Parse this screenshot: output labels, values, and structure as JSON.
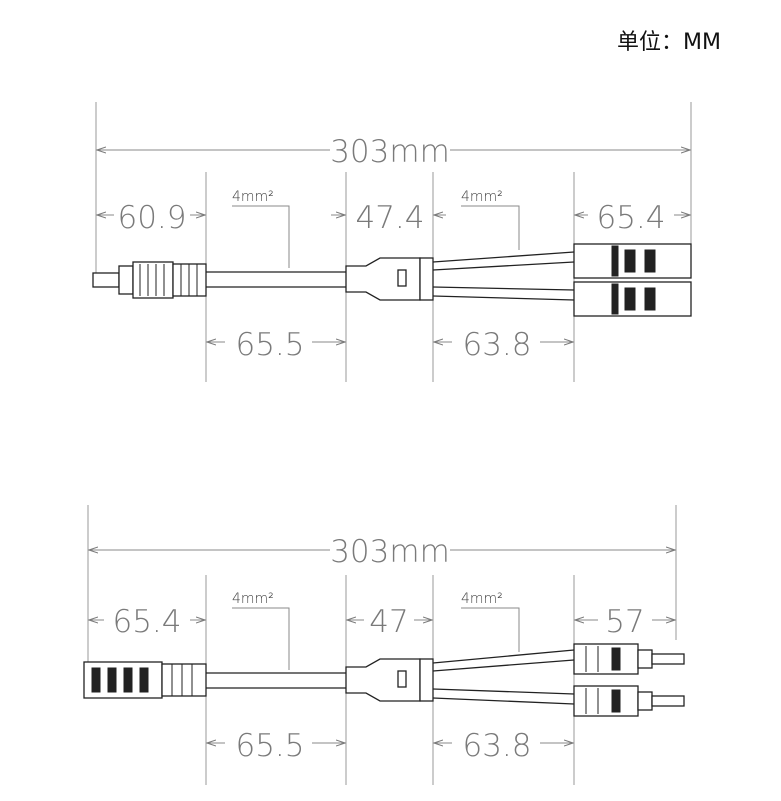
{
  "unit_label": "单位：MM",
  "diagrams": [
    {
      "total_length": "303mm",
      "wire_gauge_left": "4mm²",
      "wire_gauge_right": "4mm²",
      "top_dims": [
        "60.9",
        "47.4",
        "65.4"
      ],
      "bottom_dims": [
        "65.5",
        "63.8"
      ]
    },
    {
      "total_length": "303mm",
      "wire_gauge_left": "4mm²",
      "wire_gauge_right": "4mm²",
      "top_dims": [
        "65.4",
        "47",
        "57"
      ],
      "bottom_dims": [
        "65.5",
        "63.8"
      ]
    }
  ]
}
